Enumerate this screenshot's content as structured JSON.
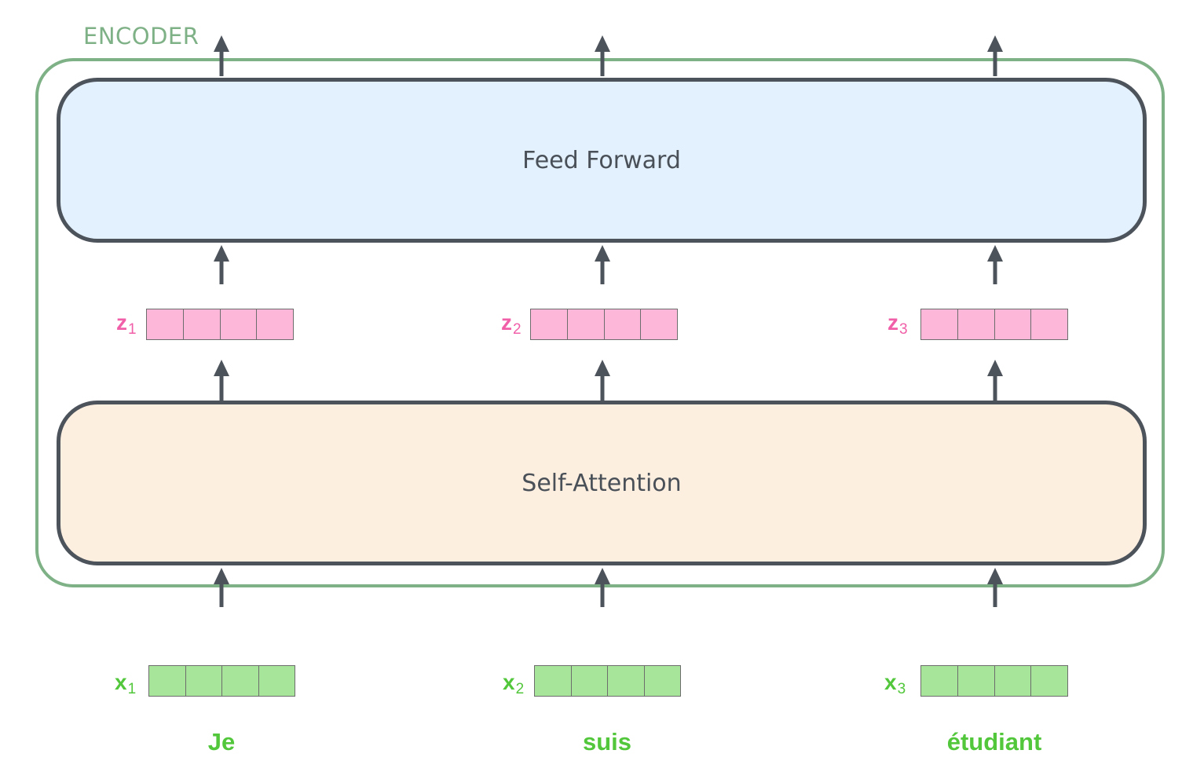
{
  "encoder": {
    "label": "ENCODER",
    "frame_color": "#7fb187"
  },
  "layers": {
    "feed_forward": {
      "label": "Feed Forward",
      "fill": "#e3f0fd"
    },
    "self_attention": {
      "label": "Self-Attention",
      "fill": "#fdefe0"
    }
  },
  "outputs": [
    {
      "symbol": "z",
      "index": "1",
      "color": "#f05fa8"
    },
    {
      "symbol": "z",
      "index": "2",
      "color": "#f05fa8"
    },
    {
      "symbol": "z",
      "index": "3",
      "color": "#f05fa8"
    }
  ],
  "inputs": [
    {
      "symbol": "x",
      "index": "1",
      "word": "Je",
      "color": "#52c73b"
    },
    {
      "symbol": "x",
      "index": "2",
      "word": "suis",
      "color": "#52c73b"
    },
    {
      "symbol": "x",
      "index": "3",
      "word": "étudiant",
      "color": "#52c73b"
    }
  ],
  "arrow_color": "#4d535b",
  "vector_cells": 4
}
